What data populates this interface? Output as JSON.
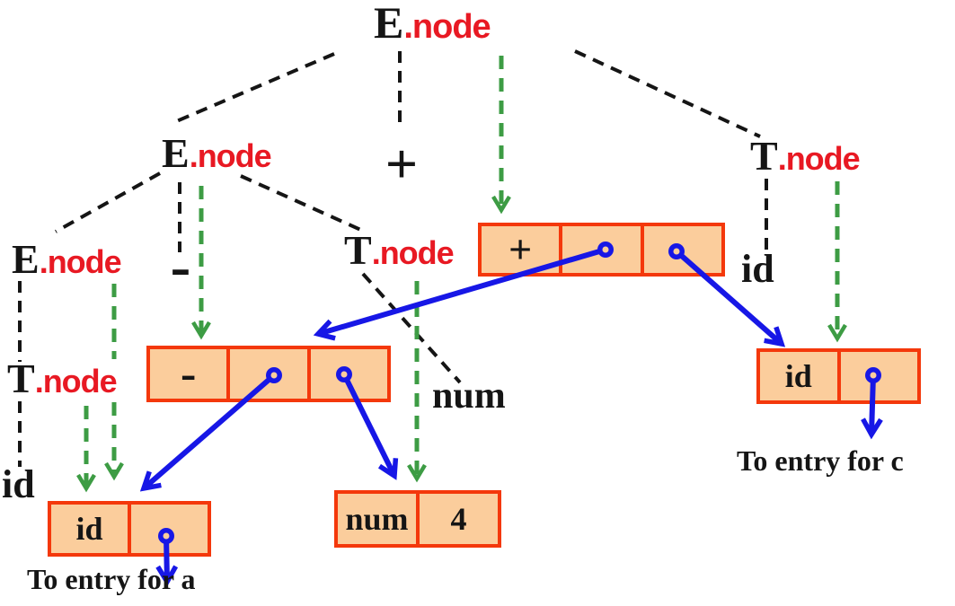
{
  "colors": {
    "box_fill": "#FBCD9C",
    "box_border": "#F4380B",
    "red_text": "#E81923",
    "green": "#3D9C44",
    "blue": "#1717E6",
    "ink": "#151515"
  },
  "tree_labels": {
    "root": {
      "sym": "E",
      "attr": ".node"
    },
    "e_level2": {
      "sym": "E",
      "attr": ".node"
    },
    "e_level3": {
      "sym": "E",
      "attr": ".node"
    },
    "t_left": {
      "sym": "T",
      "attr": ".node"
    },
    "t_mid": {
      "sym": "T",
      "attr": ".node"
    },
    "t_right": {
      "sym": "T",
      "attr": ".node"
    },
    "plus_terminal": "+",
    "minus_terminal": "-",
    "num_terminal": "num",
    "id_left_terminal": "id",
    "id_right_terminal": "id"
  },
  "records": {
    "plus": {
      "op": "+"
    },
    "minus": {
      "op": "-"
    },
    "num": {
      "op": "num",
      "value": "4"
    },
    "id_a": {
      "op": "id"
    },
    "id_c": {
      "op": "id"
    }
  },
  "annotations": {
    "entry_a": "To entry for a",
    "entry_c": "To entry for c"
  }
}
